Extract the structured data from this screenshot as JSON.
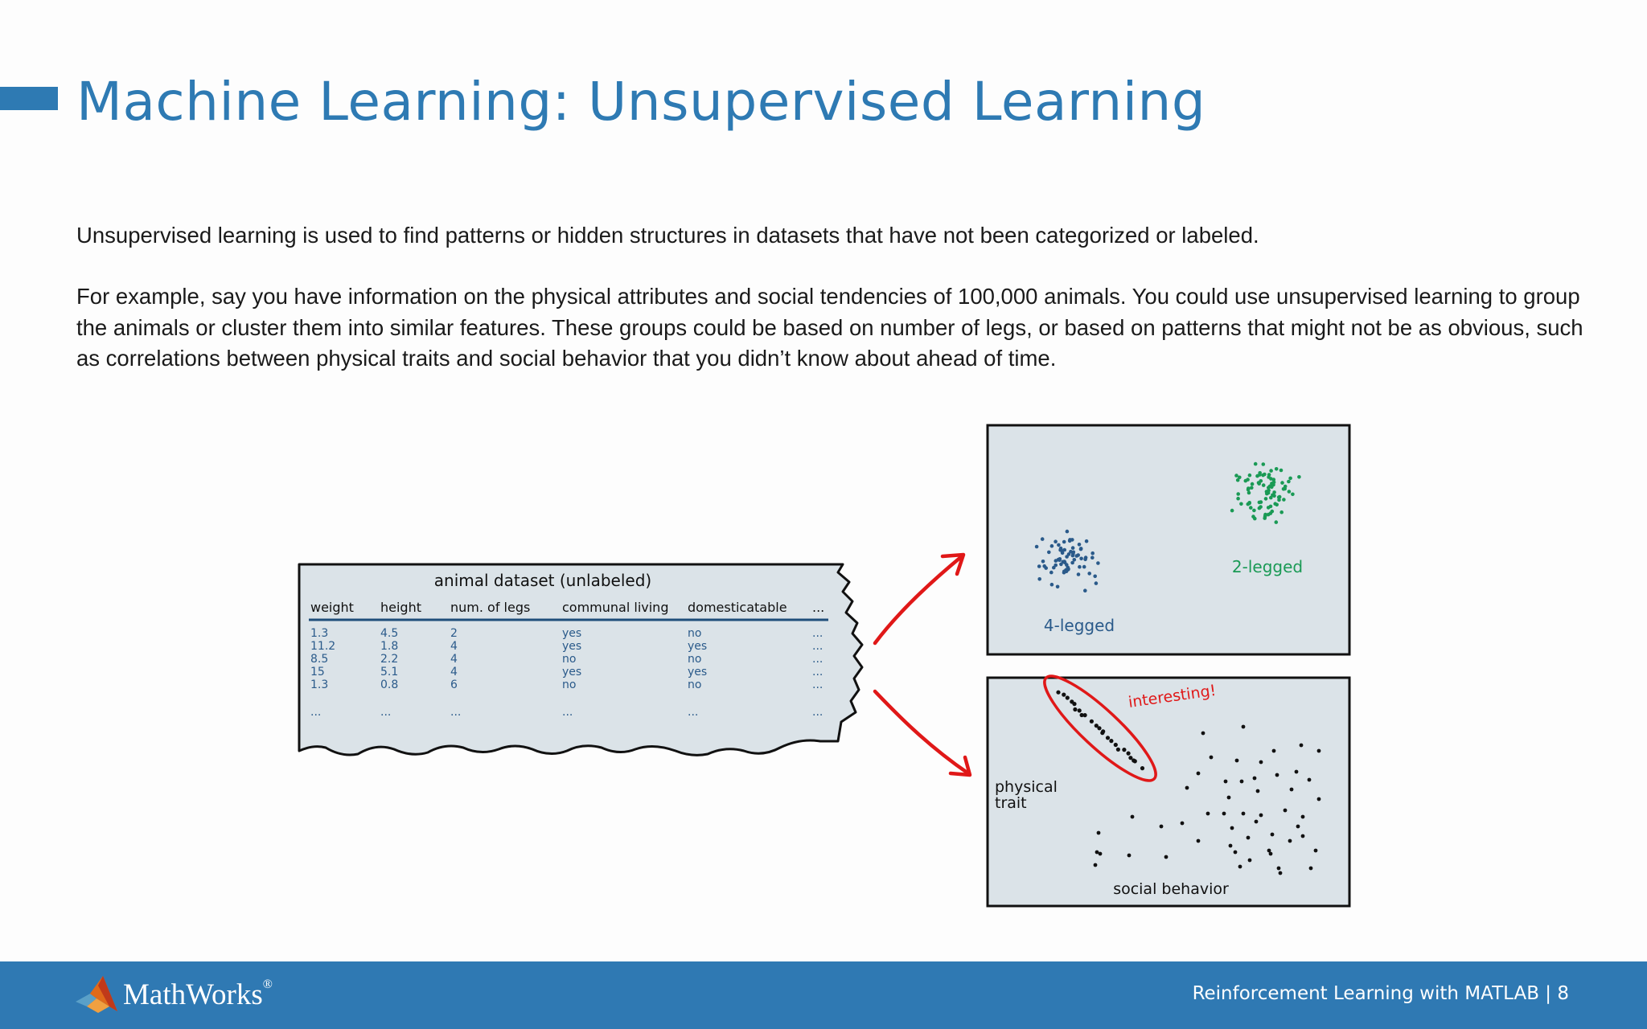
{
  "slide": {
    "title": "Machine Learning: Unsupervised Learning",
    "paragraph1": "Unsupervised learning is used to find patterns or hidden structures in datasets that have not been categorized or labeled.",
    "paragraph2": "For example, say you have information on the physical attributes and social tendencies of 100,000 animals. You could use unsupervised learning to group the animals or cluster them into similar features. These groups could be based on number of legs, or based on patterns that might not be as obvious, such as correlations between physical traits and social behavior that you didn’t know about ahead of time."
  },
  "dataset_table": {
    "caption": "animal dataset (unlabeled)",
    "headers": [
      "weight",
      "height",
      "num. of legs",
      "communal living",
      "domesticatable",
      "..."
    ],
    "rows": [
      [
        "1.3",
        "4.5",
        "2",
        "yes",
        "no",
        "..."
      ],
      [
        "11.2",
        "1.8",
        "4",
        "yes",
        "yes",
        "..."
      ],
      [
        "8.5",
        "2.2",
        "4",
        "no",
        "no",
        "..."
      ],
      [
        "15",
        "5.1",
        "4",
        "yes",
        "yes",
        "..."
      ],
      [
        "1.3",
        "0.8",
        "6",
        "no",
        "no",
        "..."
      ],
      [
        "...",
        "...",
        "...",
        "...",
        "...",
        "..."
      ]
    ]
  },
  "cluster_plot": {
    "label_4legged": "4-legged",
    "label_2legged": "2-legged"
  },
  "scatter_plot": {
    "annotation": "interesting!",
    "ylabel_line1": "physical",
    "ylabel_line2": "trait",
    "xlabel": "social behavior"
  },
  "colors": {
    "accent": "#2e7ab3",
    "footer": "#2f79b3",
    "cluster_blue": "#2a5a8a",
    "cluster_green": "#1a9a55",
    "highlight_red": "#e01818",
    "panel_bg": "#dbe3e8"
  },
  "footer": {
    "brand": "MathWorks",
    "brand_mark": "®",
    "deck_title": "Reinforcement Learning with MATLAB",
    "separator": "|",
    "page_number": "8",
    "logo_icon": "matlab-membrane-icon"
  }
}
